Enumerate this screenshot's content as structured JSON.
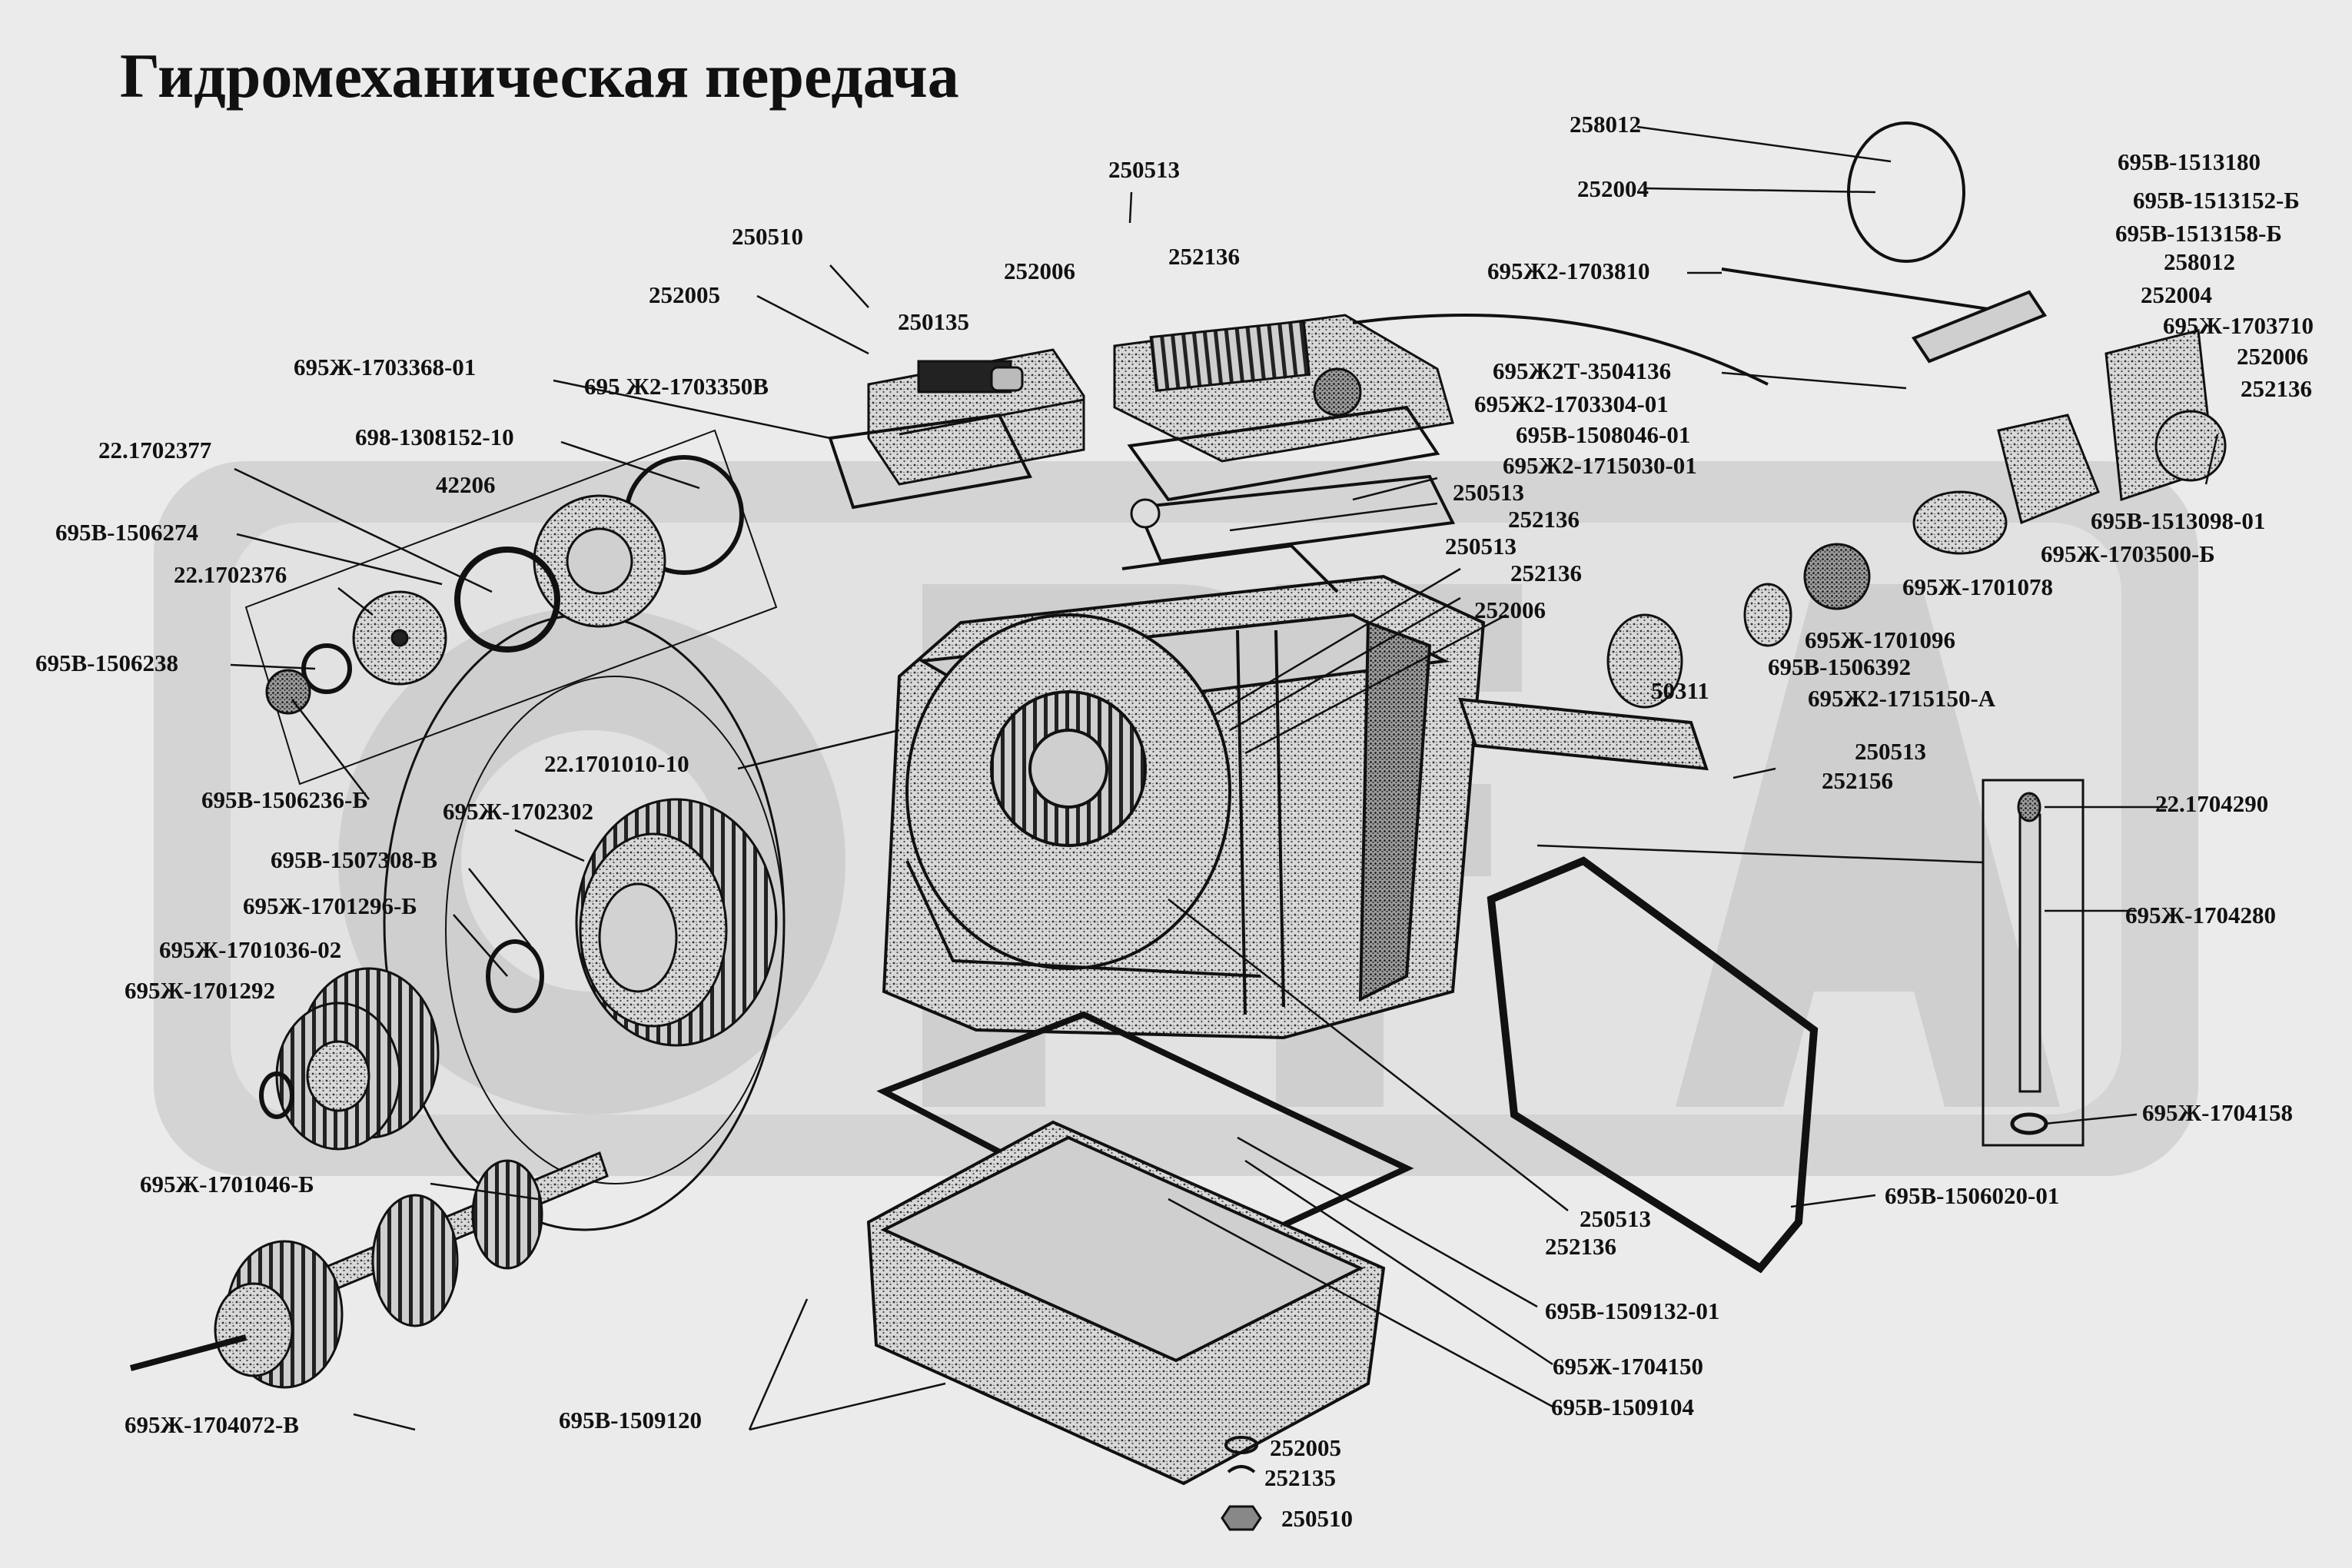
{
  "title": "Гидромеханическая передача",
  "watermark": {
    "text": "ОРСА",
    "color": "#d2d2d2"
  },
  "colors": {
    "background": "#ebebeb",
    "ink": "#111111",
    "stipple": "#555555"
  },
  "parts": [
    "250513",
    "250510",
    "250135",
    "252005",
    "252006",
    "252136",
    "258012",
    "252004",
    "695В-1513180",
    "695В-1513152-Б",
    "695В-1513158-Б",
    "258012",
    "252004",
    "695Ж-1703710",
    "252006",
    "252136",
    "695Ж2-1703810",
    "695Ж2Т-3504136",
    "695Ж2-1703304-01",
    "695В-1508046-01",
    "695Ж2-1715030-01",
    "250513",
    "252136",
    "695В-1513098-01",
    "695Ж-1703500-Б",
    "695Ж-1701078",
    "695Ж-1703368-01",
    "695 Ж2-1703350В",
    "698-1308152-10",
    "22.1702377",
    "42206",
    "695В-1506274",
    "22.1702376",
    "695В-1506238",
    "695В-1506236-Б",
    "250513",
    "252136",
    "252006",
    "695Ж-1701096",
    "695В-1506392",
    "50311",
    "695Ж2-1715150-А",
    "250513",
    "252156",
    "22.1701010-10",
    "695Ж-1702302",
    "695В-1507308-В",
    "695Ж-1701296-Б",
    "695Ж-1701036-02",
    "695Ж-1701292",
    "22.1704290",
    "695Ж-1704280",
    "695Ж-1704158",
    "695В-1506020-01",
    "250513",
    "252136",
    "695В-1509132-01",
    "695Ж-1701046-Б",
    "695Ж-1704150",
    "695В-1509104",
    "695Ж-1704072-В",
    "695В-1509120",
    "252005",
    "252135",
    "250510"
  ]
}
